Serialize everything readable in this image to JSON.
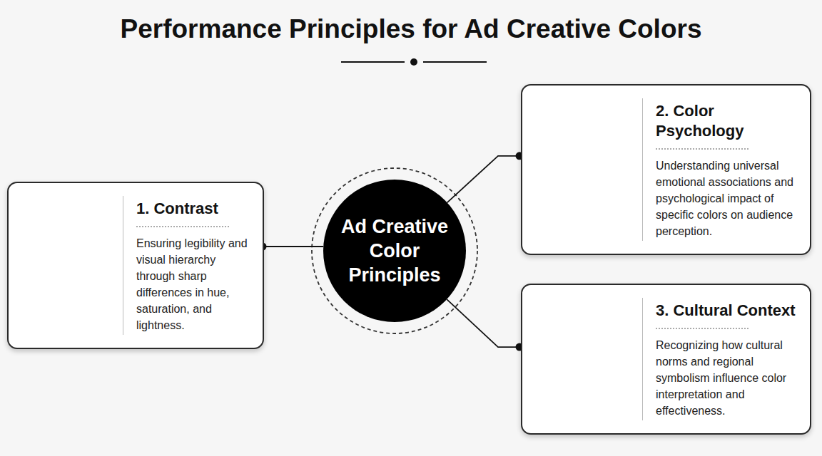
{
  "diagram": {
    "title": "Performance Principles for Ad Creative Colors",
    "nodes": [
      {
        "text": [
          "1. Contrast",
          "Ensuring legibility and visual hierarchy through sharp differences in hue, saturation, and lightness."
        ]
      },
      {
        "text": [
          "Ad Creative Color Principles"
        ]
      },
      {
        "text": [
          "2. Color Psychology",
          "Understanding universal emotional associations and psychological impact of specific colors on audience perception."
        ]
      },
      {
        "text": [
          "3. Cultural Context",
          "Recognizing how cultural norms and regional symbolism influence color interpretation and effectiveness."
        ]
      }
    ],
    "edges": [
      {
        "from": 1,
        "to": 0,
        "arrow": "none"
      },
      {
        "from": 1,
        "to": 2,
        "arrow": "none"
      },
      {
        "from": 1,
        "to": 3,
        "arrow": "none"
      }
    ]
  }
}
